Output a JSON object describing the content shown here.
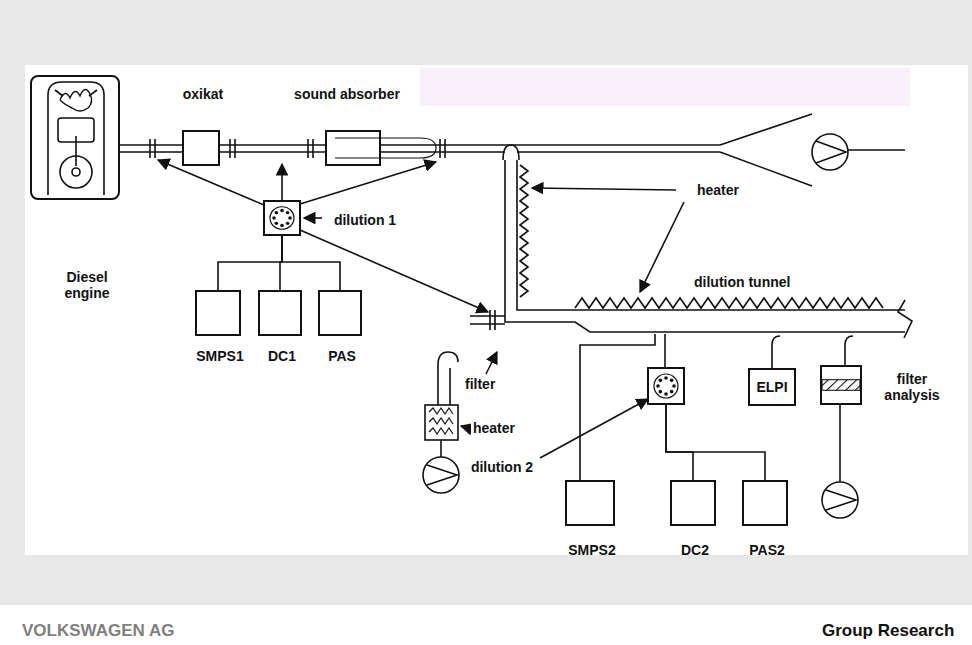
{
  "diagram": {
    "nodes": [
      {
        "text": [
          "oxikat"
        ]
      },
      {
        "text": [
          "sound absorber"
        ]
      },
      {
        "text": [
          "dilution 1"
        ]
      },
      {
        "text": [
          "Diesel engine"
        ]
      },
      {
        "text": [
          "SMPS1"
        ]
      },
      {
        "text": [
          "DC1"
        ]
      },
      {
        "text": [
          "PAS"
        ]
      },
      {
        "text": [
          "dilution 2"
        ]
      },
      {
        "text": [
          "ELPI"
        ]
      },
      {
        "text": [
          "filter analysis"
        ]
      },
      {
        "text": [
          "SMPS2"
        ]
      },
      {
        "text": [
          "DC2"
        ]
      },
      {
        "text": [
          "PAS2"
        ]
      }
    ],
    "edges": [
      {
        "from": 3,
        "to": 0,
        "arrow": "none"
      },
      {
        "from": 0,
        "to": 1,
        "arrow": "none"
      },
      {
        "from": 2,
        "to": 4,
        "arrow": "none"
      },
      {
        "from": 2,
        "to": 5,
        "arrow": "none"
      },
      {
        "from": 2,
        "to": 6,
        "arrow": "none"
      },
      {
        "from": 7,
        "to": 11,
        "arrow": "none"
      },
      {
        "from": 7,
        "to": 12,
        "arrow": "none"
      }
    ],
    "labels": [
      "heater",
      "dilution tunnel",
      "filter",
      "heater",
      "VOLKSWAGEN AG",
      "Group Research"
    ]
  }
}
